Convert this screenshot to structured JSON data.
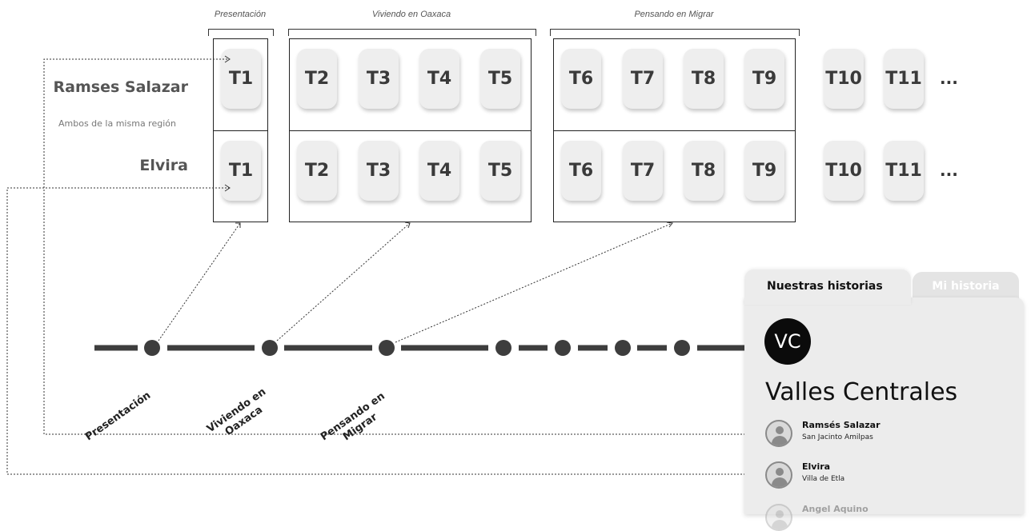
{
  "groups": {
    "presentacion": "Presentación",
    "viviendo": "Viviendo en Oaxaca",
    "pensando": "Pensando en Migrar"
  },
  "people": {
    "first": "Ramses Salazar",
    "second": "Elvira",
    "note": "Ambos de la misma región"
  },
  "topics": [
    "T1",
    "T2",
    "T3",
    "T4",
    "T5",
    "T6",
    "T7",
    "T8",
    "T9",
    "T10",
    "T11"
  ],
  "ellipsis": "...",
  "timeline": {
    "labels": {
      "presentacion": "Presentación",
      "viviendo": "Viviendo en\nOaxaca",
      "pensando": "Pensando en\nMigrar"
    }
  },
  "panel": {
    "tabs": {
      "active": "Nuestras historias",
      "inactive": "Mi historia"
    },
    "badge": "VC",
    "title": "Valles Centrales",
    "members": [
      {
        "name": "Ramsés Salazar",
        "location": "San Jacinto Amilpas"
      },
      {
        "name": "Elvira",
        "location": "Villa de Etla"
      },
      {
        "name": "Angel Aquino",
        "location": ""
      }
    ]
  },
  "colors": {
    "timeline": "#3d3d3d",
    "tile": "#eeeeee",
    "panel": "#ececec",
    "badge": "#0b0b0b"
  }
}
